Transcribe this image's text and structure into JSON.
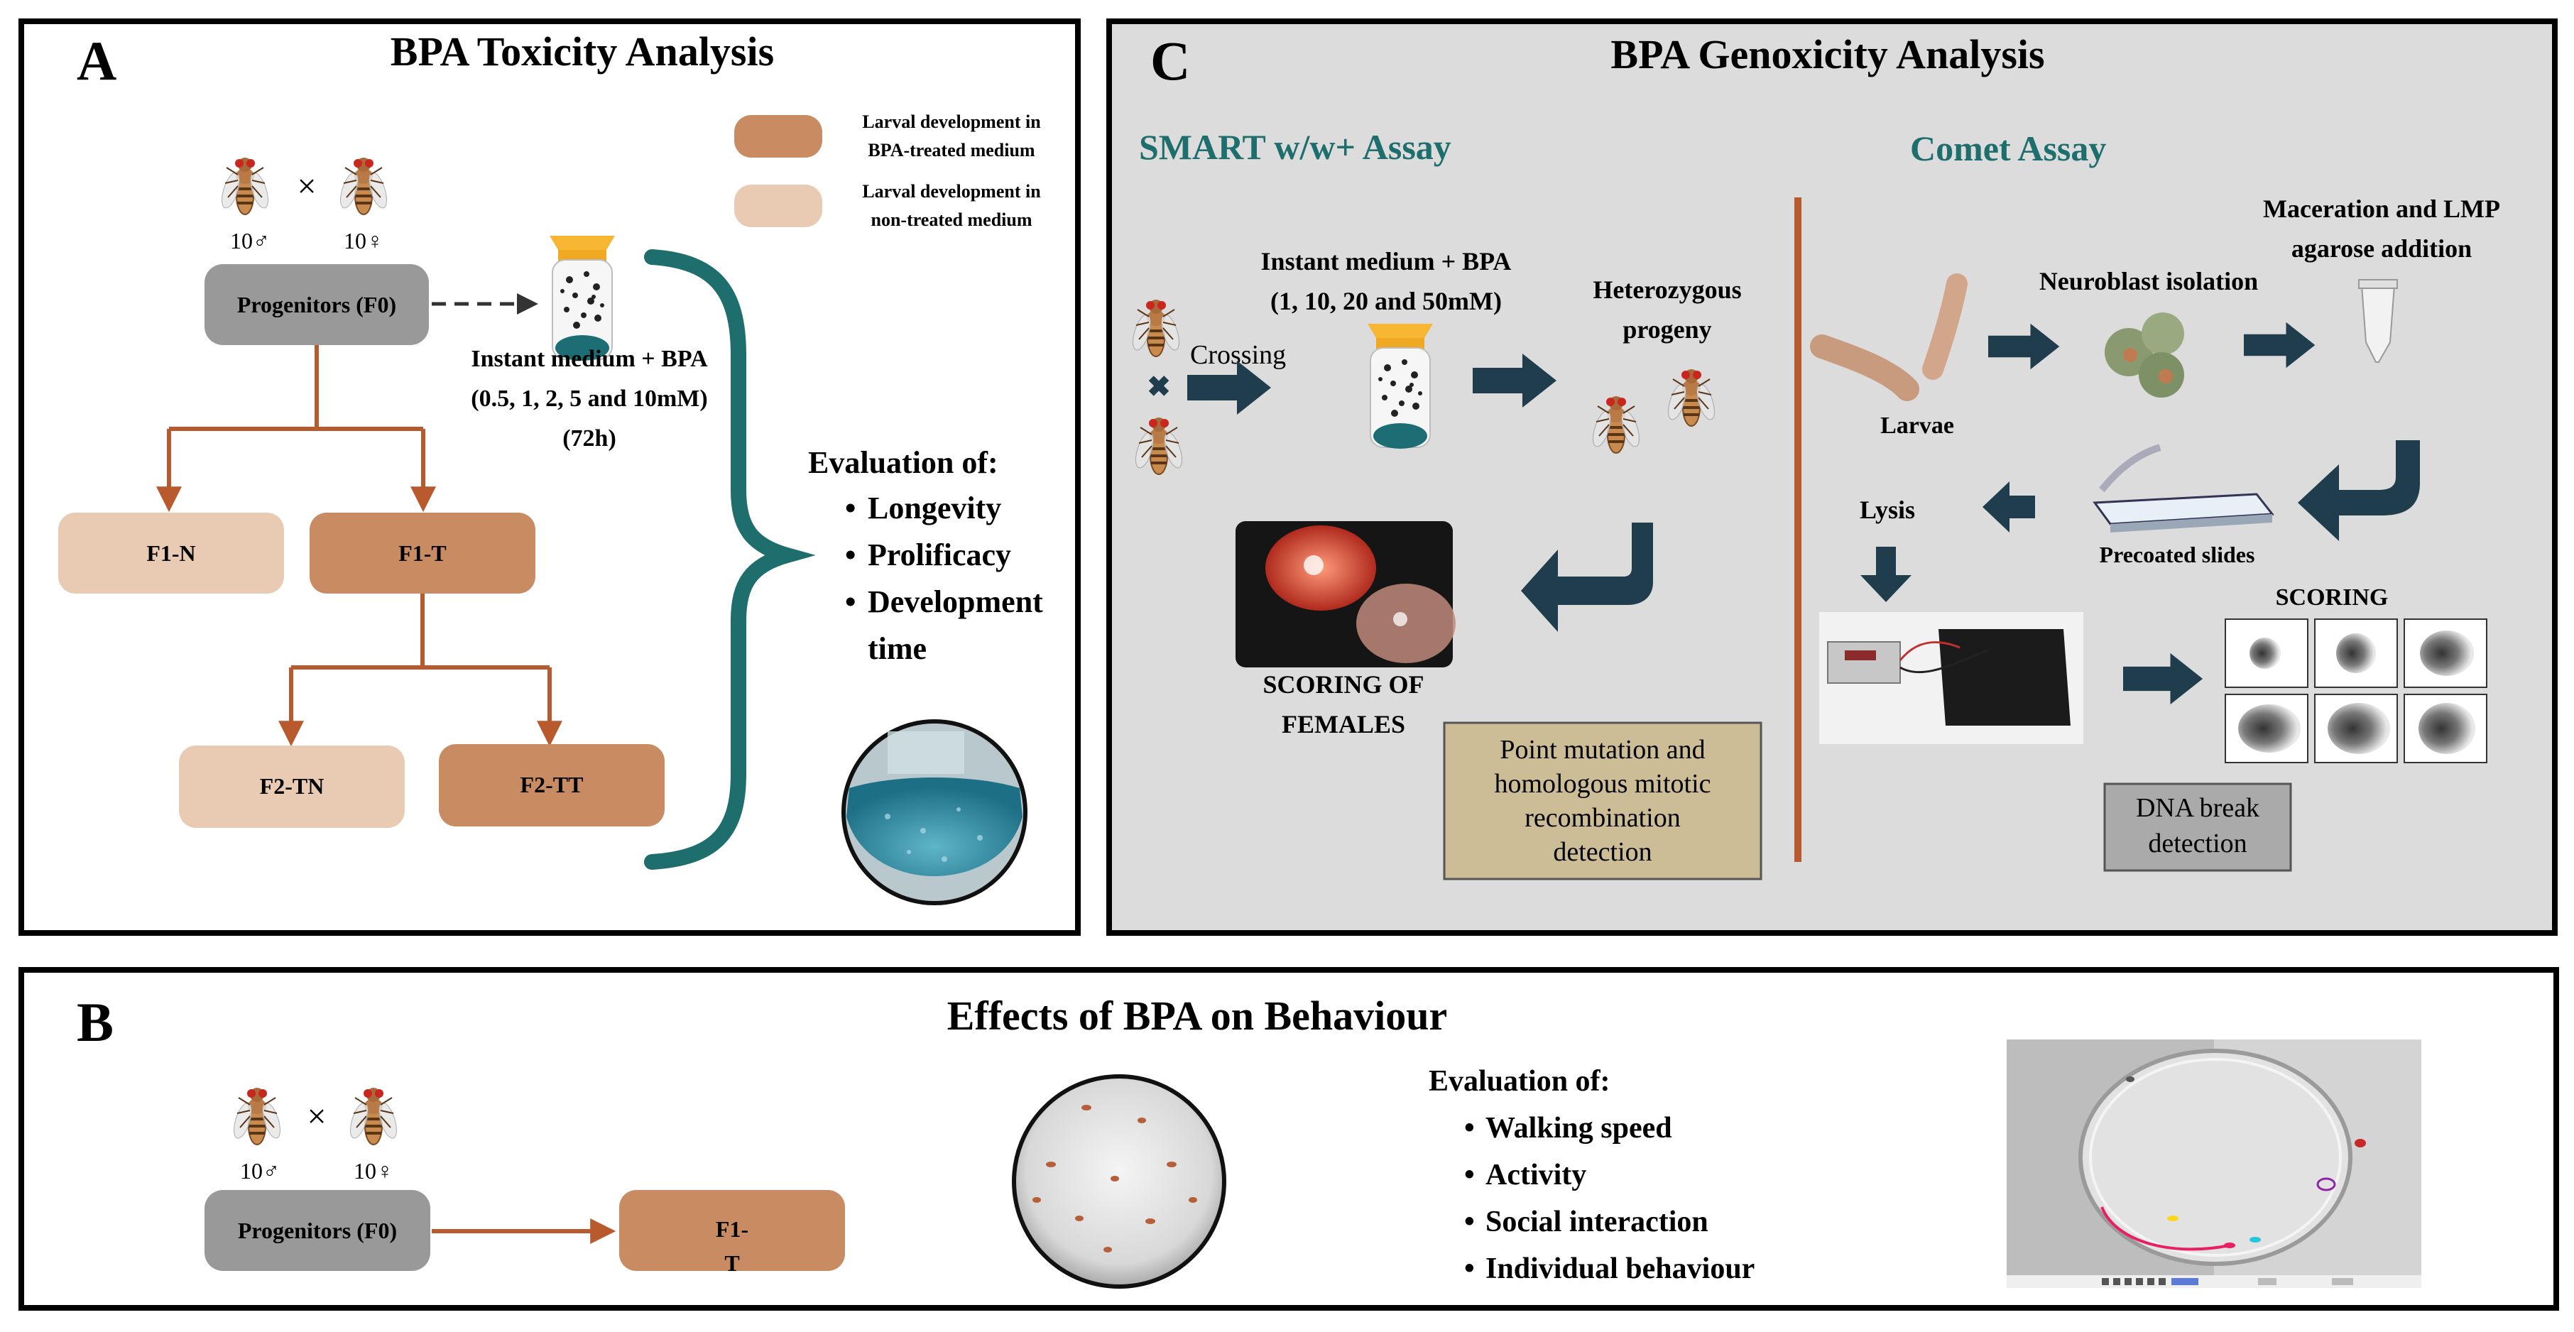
{
  "panel_a": {
    "letter": "A",
    "title": "BPA Toxicity Analysis",
    "male_label": "10♂",
    "female_label": "10♀",
    "cross_symbol": "×",
    "progenitors": "Progenitors (F0)",
    "medium_line1": "Instant medium + BPA",
    "medium_line2": "(0.5, 1, 2, 5 and 10mM)",
    "medium_line3": "(72h)",
    "legend": [
      {
        "line1": "Larval development in",
        "line2": "BPA-treated medium",
        "color": "#c98c62"
      },
      {
        "line1": "Larval development in",
        "line2": "non-treated medium",
        "color": "#e8cbb2"
      }
    ],
    "f1n": "F1-N",
    "f1t": "F1-T",
    "f2tn": "F2-TN",
    "f2tt": "F2-TT",
    "eval_title": "Evaluation of:",
    "eval_items": [
      "Longevity",
      "Prolificacy",
      "Development",
      "time"
    ]
  },
  "panel_b": {
    "letter": "B",
    "title": "Effects of BPA on Behaviour",
    "male_label": "10♂",
    "female_label": "10♀",
    "cross_symbol": "×",
    "progenitors": "Progenitors (F0)",
    "f1t_line1": "F1-",
    "f1t_line2": "T",
    "eval_title": "Evaluation of:",
    "eval_items": [
      "Walking speed",
      "Activity",
      "Social interaction",
      "Individual behaviour"
    ]
  },
  "panel_c": {
    "letter": "C",
    "title": "BPA Genoxicity Analysis",
    "smart_title": "SMART w/w+ Assay",
    "comet_title": "Comet Assay",
    "crossing": "Crossing",
    "medium_line1": "Instant medium + BPA",
    "medium_line2": "(1, 10, 20 and 50mM)",
    "progeny_line1": "Heterozygous",
    "progeny_line2": "progeny",
    "scoring_females_line1": "SCORING OF",
    "scoring_females_line2": "FEMALES",
    "point_mutation": [
      "Point mutation and",
      "homologous mitotic",
      "recombination",
      "detection"
    ],
    "larvae": "Larvae",
    "neuroblast": "Neuroblast isolation",
    "maceration_line1": "Maceration and LMP",
    "maceration_line2": "agarose addition",
    "precoated": "Precoated slides",
    "lysis": "Lysis",
    "scoring": "SCORING",
    "dna_break_line1": "DNA break",
    "dna_break_line2": "detection"
  },
  "colors": {
    "accent_teal": "#1f6e6e",
    "arrow_orange": "#b95a2e",
    "dark_arrow": "#1f3d4d",
    "progenitor_gray": "#999999",
    "treated": "#c98c62",
    "non_treated": "#e8cbb2",
    "panel_c_bg": "#dcdcdc"
  }
}
